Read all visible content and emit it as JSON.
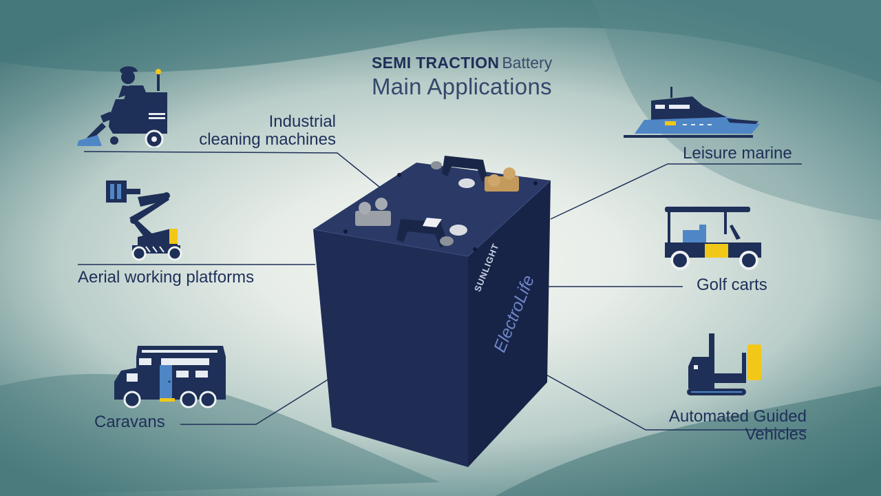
{
  "title": {
    "bold": "SEMI TRACTION",
    "light": "Battery",
    "subtitle": "Main Applications"
  },
  "battery": {
    "brand": "SUNLIGHT",
    "product": "ElectroLife",
    "color": "#1f2d55"
  },
  "applications": [
    {
      "label": "Industrial\ncleaning machines",
      "icon": "floor-scrubber-icon"
    },
    {
      "label": "Aerial working platforms",
      "icon": "boom-lift-icon"
    },
    {
      "label": "Caravans",
      "icon": "caravan-icon"
    },
    {
      "label": "Leisure marine",
      "icon": "yacht-icon"
    },
    {
      "label": "Golf carts",
      "icon": "golf-cart-icon"
    },
    {
      "label": "Automated Guided\nVehicles",
      "icon": "agv-icon"
    }
  ],
  "colors": {
    "navy": "#1e2f58",
    "accent_blue": "#4f86c6",
    "accent_yellow": "#f2c818"
  }
}
